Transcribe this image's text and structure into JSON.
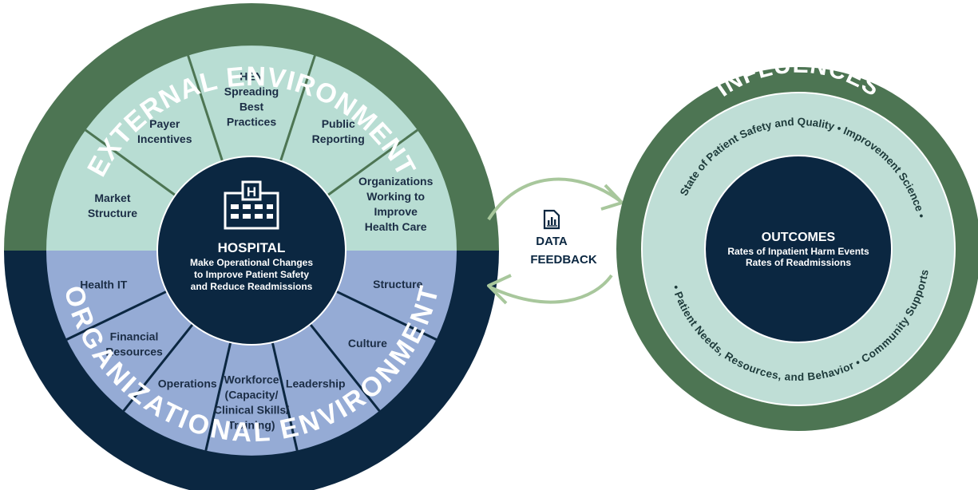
{
  "colors": {
    "green_ring": "#4d7553",
    "navy": "#0b2741",
    "light_green": "#b8ddd3",
    "light_blue": "#95abd5",
    "influence_teal": "#bfded6",
    "arrow_green": "#a8c79c"
  },
  "external": {
    "title": "EXTERNAL ENVIRONMENT",
    "wedges": [
      {
        "lines": [
          "Market",
          "Structure"
        ]
      },
      {
        "lines": [
          "Payer",
          "Incentives"
        ]
      },
      {
        "lines": [
          "HEN",
          "Spreading",
          "Best",
          "Practices"
        ]
      },
      {
        "lines": [
          "Public",
          "Reporting"
        ]
      },
      {
        "lines": [
          "Organizations",
          "Working to",
          "Improve",
          "Health Care"
        ]
      }
    ]
  },
  "organizational": {
    "title": "ORGANIZATIONAL ENVIRONMENT",
    "wedges": [
      {
        "lines": [
          "Structure"
        ]
      },
      {
        "lines": [
          "Culture"
        ]
      },
      {
        "lines": [
          "Leadership"
        ]
      },
      {
        "lines": [
          "Workforce",
          "(Capacity/",
          "Clinical Skills/",
          "Training)"
        ]
      },
      {
        "lines": [
          "Operations"
        ]
      },
      {
        "lines": [
          "Financial",
          "Resources"
        ]
      },
      {
        "lines": [
          "Health IT"
        ]
      }
    ]
  },
  "hospital": {
    "icon": "hospital-icon",
    "title": "HOSPITAL",
    "subtitle_lines": [
      "Make Operational Changes",
      "to Improve Patient Safety",
      "and Reduce Readmissions"
    ]
  },
  "feedback": {
    "icon": "report-chart-icon",
    "line1": "DATA",
    "line2": "FEEDBACK"
  },
  "influences": {
    "title": "INFLUENCES",
    "top_arc": "State of Patient Safety and Quality • Improvement Science •",
    "bottom_arc": "• Patient Needs, Resources, and Behavior • Community Supports"
  },
  "outcomes": {
    "title": "OUTCOMES",
    "lines": [
      "Rates of Inpatient Harm Events",
      "Rates of Readmissions"
    ]
  }
}
